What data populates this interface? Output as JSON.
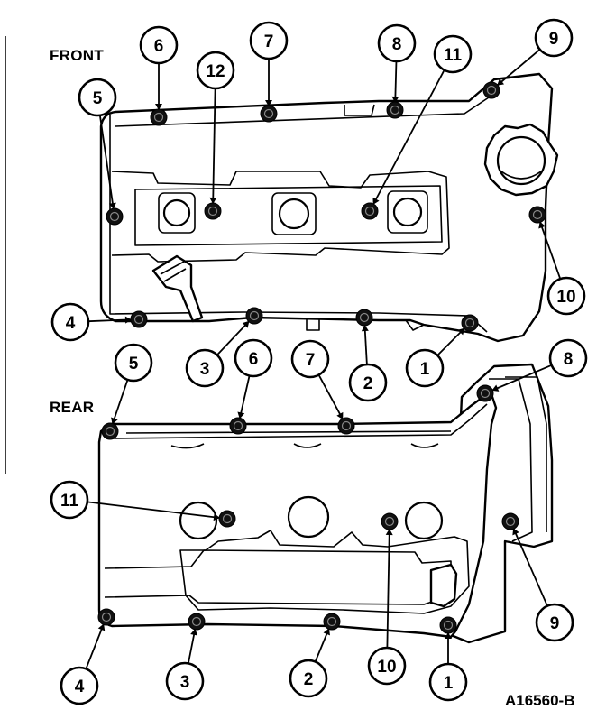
{
  "figure_id": "A16560-B",
  "front": {
    "label": "FRONT",
    "callouts": [
      "1",
      "2",
      "3",
      "4",
      "5",
      "6",
      "7",
      "8",
      "9",
      "10",
      "11",
      "12"
    ]
  },
  "rear": {
    "label": "REAR",
    "callouts": [
      "1",
      "2",
      "3",
      "4",
      "5",
      "6",
      "7",
      "8",
      "9",
      "10",
      "11"
    ]
  }
}
